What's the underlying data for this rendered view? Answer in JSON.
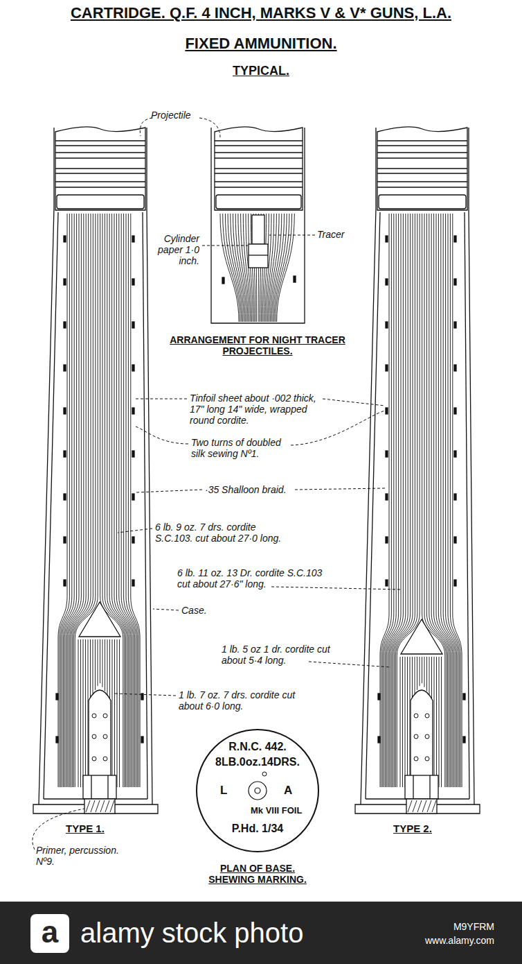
{
  "diagram": {
    "title": "CARTRIDGE. Q.F. 4 INCH, MARKS V & V* GUNS, L.A.",
    "nodes": [
      {
        "text": [
          "R.N.C. 442.",
          "8LB.0oz.14DRS.",
          "L",
          "A",
          "Mk VIII FOIL",
          "P.Hd. 1/34"
        ]
      }
    ],
    "labels": [
      "FIXED AMMUNITION.",
      "TYPICAL.",
      "Projectile",
      "Cylinder paper 1·0 inch.",
      "Tracer",
      "ARRANGEMENT FOR NIGHT TRACER PROJECTILES.",
      "Tinfoil sheet about ·002 thick, 17\" long 14\" wide, wrapped round cordite.",
      "Two turns of doubled silk sewing Nº1.",
      "·35 Shalloon braid.",
      "6 lb. 9 oz. 7 drs. cordite S.C.103. cut about 27·0 long.",
      "6 lb. 11 oz. 13 Dr. cordite S.C.103 cut about 27·6\" long.",
      "Case.",
      "1 lb. 5 oz 1 dr. cordite cut about 5·4 long.",
      "1 lb. 7 oz. 7 drs. cordite cut about 6·0 long.",
      "TYPE 1.",
      "Primer, percussion. Nº9.",
      "TYPE 2.",
      "PLAN OF BASE. SHEWING MARKING.",
      "a",
      "alamy stock photo",
      "M9YFRM",
      "www.alamy.com"
    ]
  }
}
